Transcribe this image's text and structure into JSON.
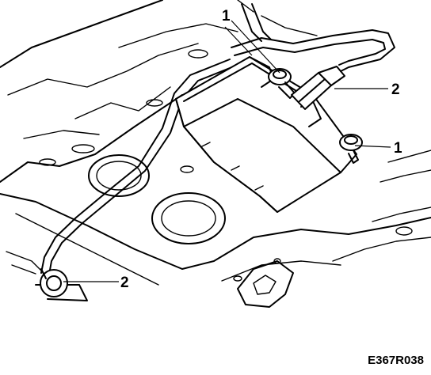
{
  "figure": {
    "callouts": [
      {
        "id": "c1-top",
        "text": "1"
      },
      {
        "id": "c2-top",
        "text": "2"
      },
      {
        "id": "c1-right",
        "text": "1"
      },
      {
        "id": "c2-bottom",
        "text": "2"
      }
    ],
    "code": "E367R038"
  }
}
